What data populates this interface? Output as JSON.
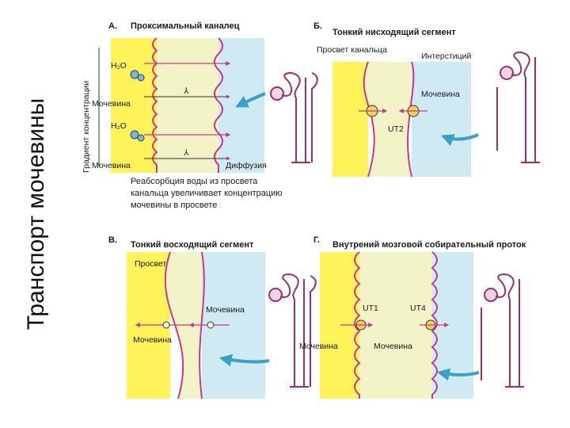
{
  "side_title": "Транспорт мочевины",
  "colors": {
    "lumen": "#fff35a",
    "cell": "#f3f3c8",
    "interstitium": "#cfeaf3",
    "membrane": "#c73a8a",
    "arrow": "#3aa0c8",
    "nephron": "#9a2f6e"
  },
  "panels": {
    "a": {
      "letter": "А.",
      "title": "Проксимальный каналец",
      "axis_label": "Градиент концентрации",
      "h2o_1": "H₂O",
      "h2o_2": "H₂O",
      "urea_1": "Мочевина",
      "urea_2": "Мочевина",
      "diffusion": "Диффузия",
      "note_lines": [
        "Реабсорбция воды из просвета",
        "канальца увеличивает концентрацию",
        "мочевины в просвете"
      ]
    },
    "b": {
      "letter": "Б.",
      "title": "Тонкий нисходящий сегмент",
      "lumen": "Просвет канальца",
      "interstitium": "Интерстиций",
      "urea": "Мочевина",
      "transporter": "UT2"
    },
    "c": {
      "letter": "В.",
      "title": "Тонкий восходящий сегмент",
      "lumen": "Просвет",
      "urea_1": "Мочевина",
      "urea_2": "Мочевина"
    },
    "d": {
      "letter": "Г.",
      "title": "Внутрений мозговой собирательный проток",
      "transporter_1": "UT1",
      "transporter_2": "UT4",
      "urea_1": "Мочевина",
      "urea_2": "Мочевина"
    }
  }
}
